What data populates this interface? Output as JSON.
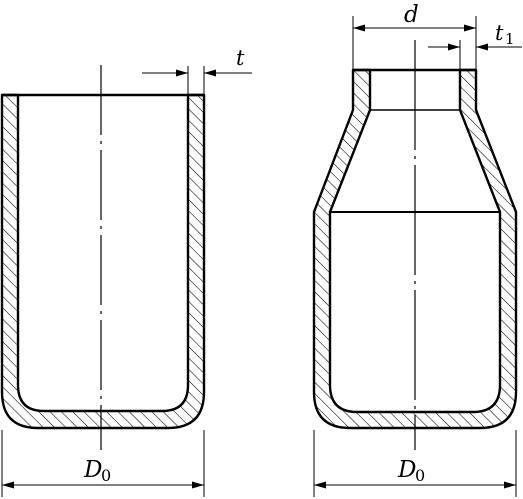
{
  "labels": {
    "left_diameter": "D",
    "left_diameter_sub": "0",
    "left_thickness": "t",
    "right_diameter": "D",
    "right_diameter_sub": "0",
    "neck_diameter": "d",
    "neck_thickness": "t",
    "neck_thickness_sub": "1"
  },
  "colors": {
    "line": "#000000",
    "background": "#ffffff"
  }
}
